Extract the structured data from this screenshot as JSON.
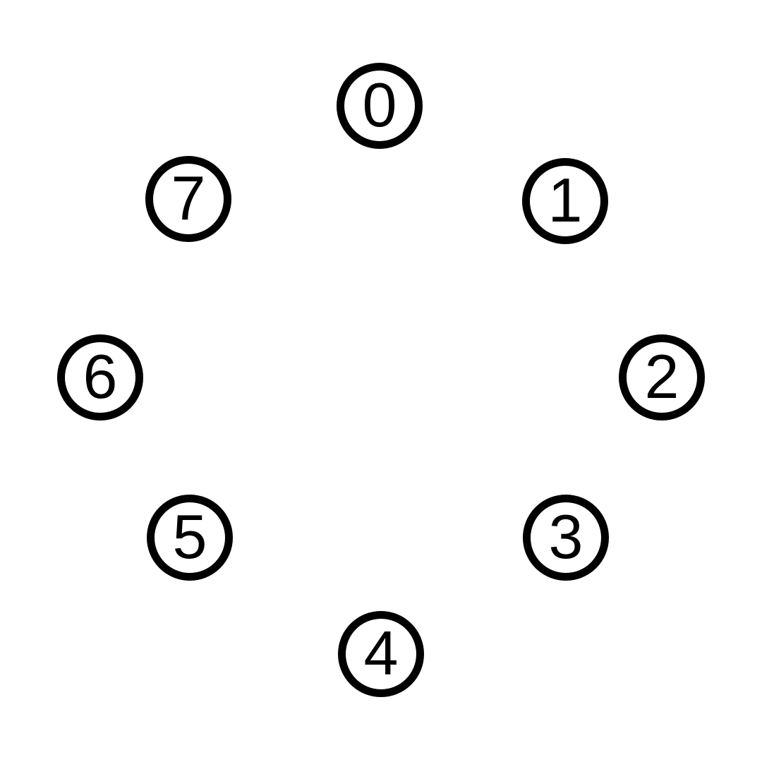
{
  "diagram": {
    "nodes": [
      {
        "label": "0"
      },
      {
        "label": "1"
      },
      {
        "label": "2"
      },
      {
        "label": "3"
      },
      {
        "label": "4"
      },
      {
        "label": "5"
      },
      {
        "label": "6"
      },
      {
        "label": "7"
      }
    ]
  },
  "colors": {
    "stroke": "#000000",
    "fill": "#ffffff",
    "text": "#000000"
  }
}
